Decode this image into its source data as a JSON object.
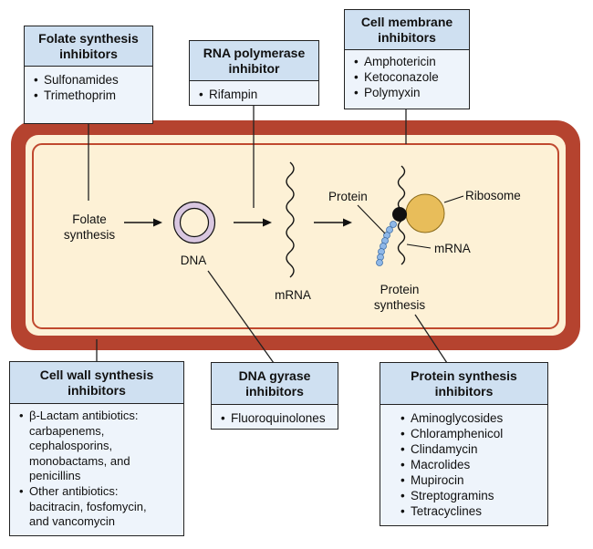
{
  "boxes": {
    "folate": {
      "title": "Folate synthesis inhibitors",
      "items": [
        "Sulfonamides",
        "Trimethoprim"
      ]
    },
    "rna_pol": {
      "title": "RNA polymerase inhibitor",
      "items": [
        "Rifampin"
      ]
    },
    "membrane": {
      "title": "Cell membrane inhibitors",
      "items": [
        "Amphotericin",
        "Ketoconazole",
        "Polymyxin"
      ]
    },
    "cell_wall": {
      "title": "Cell wall synthesis inhibitors",
      "items": [
        "β-Lactam antibiotics:",
        "carbapenems,",
        "cephalosporins,",
        "monobactams, and",
        "penicillins",
        "Other antibiotics:",
        "bacitracin, fosfomycin,",
        "and vancomycin"
      ]
    },
    "gyrase": {
      "title": "DNA gyrase inhibitors",
      "items": [
        "Fluoroquinolones"
      ]
    },
    "protein": {
      "title": "Protein synthesis inhibitors",
      "items": [
        "Aminoglycosides",
        "Chloramphenicol",
        "Clindamycin",
        "Macrolides",
        "Mupirocin",
        "Streptogramins",
        "Tetracyclines"
      ]
    }
  },
  "labels": {
    "folate_line1": "Folate",
    "folate_line2": "synthesis",
    "dna": "DNA",
    "mrna_mid": "mRNA",
    "protein": "Protein",
    "ribosome": "Ribosome",
    "mrna_right": "mRNA",
    "protein_syn_line1": "Protein",
    "protein_syn_line2": "synthesis"
  },
  "colors": {
    "cell_wall": "#b5432f",
    "cytoplasm": "#fdf1d6",
    "inner_membrane": "#c0492f",
    "box_fill": "#eef4fb",
    "box_header": "#cfe0f1",
    "dna_ring": "#d9c7e0",
    "ribosome": "#e8bd5a",
    "protein_chain": "#8fb8e8"
  }
}
